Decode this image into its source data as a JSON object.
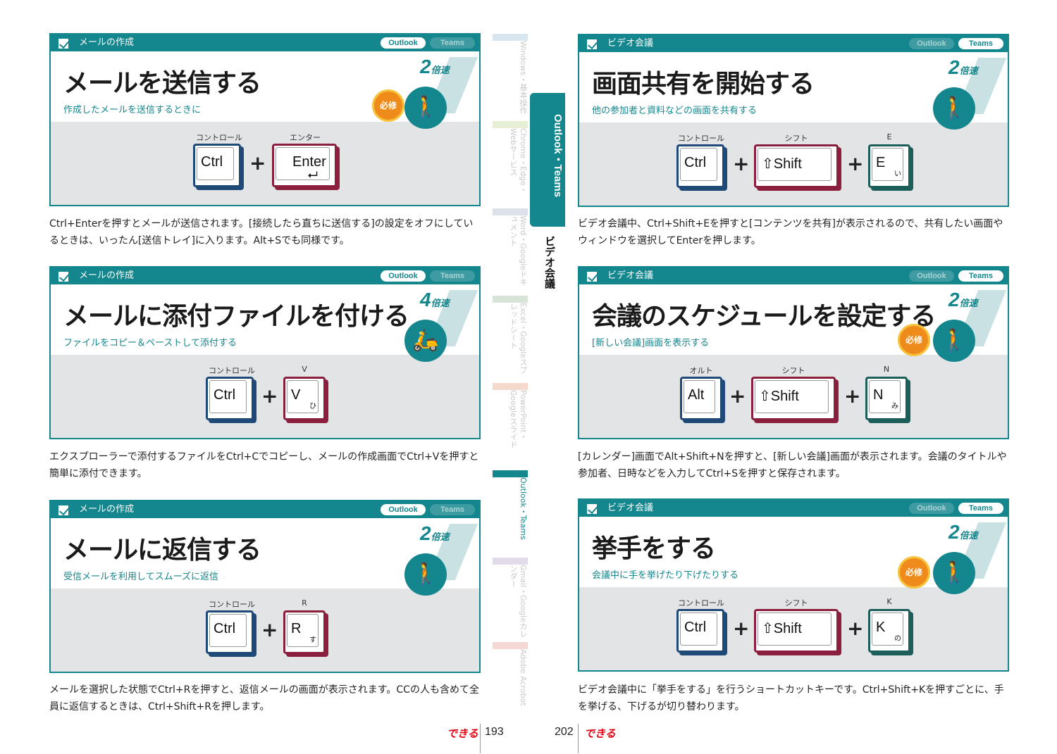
{
  "app_tags": {
    "outlook": "Outlook",
    "teams": "Teams"
  },
  "labels": {
    "ctrl": "コントロール",
    "enter": "エンター",
    "shift": "シフト",
    "alt": "オルト"
  },
  "cards": [
    {
      "category": "メールの作成",
      "title": "メールを送信する",
      "subtitle": "作成したメールを送信するときに",
      "speed_num": "2",
      "speed_unit": "倍速",
      "badge": "必修",
      "keys": [
        {
          "label": "コントロール",
          "key": "Ctrl",
          "kana": ""
        },
        {
          "label": "エンター",
          "key": "Enter",
          "kana": "⮠"
        }
      ],
      "description": "Ctrl+Enterを押すとメールが送信されます。[接続したら直ちに送信する]の設定をオフにしているときは、いったん[送信トレイ]に入ります。Alt+Sでも同様です。"
    },
    {
      "category": "メールの作成",
      "title": "メールに添付ファイルを付ける",
      "subtitle": "ファイルをコピー＆ペーストして添付する",
      "speed_num": "4",
      "speed_unit": "倍速",
      "badge": "",
      "keys": [
        {
          "label": "コントロール",
          "key": "Ctrl",
          "kana": ""
        },
        {
          "label": "V",
          "key": "V",
          "kana": "ひ"
        }
      ],
      "description": "エクスプローラーで添付するファイルをCtrl+Cでコピーし、メールの作成画面でCtrl+Vを押すと簡単に添付できます。"
    },
    {
      "category": "メールの作成",
      "title": "メールに返信する",
      "subtitle": "受信メールを利用してスムーズに返信",
      "speed_num": "2",
      "speed_unit": "倍速",
      "badge": "",
      "keys": [
        {
          "label": "コントロール",
          "key": "Ctrl",
          "kana": ""
        },
        {
          "label": "R",
          "key": "R",
          "kana": "す"
        }
      ],
      "description": "メールを選択した状態でCtrl+Rを押すと、返信メールの画面が表示されます。CCの人も含めて全員に返信するときは、Ctrl+Shift+Rを押します。"
    },
    {
      "category": "ビデオ会議",
      "title": "画面共有を開始する",
      "subtitle": "他の参加者と資料などの画面を共有する",
      "speed_num": "2",
      "speed_unit": "倍速",
      "badge": "",
      "keys": [
        {
          "label": "コントロール",
          "key": "Ctrl",
          "kana": ""
        },
        {
          "label": "シフト",
          "key": "⇧Shift",
          "kana": ""
        },
        {
          "label": "E",
          "key": "E",
          "kana": "い"
        }
      ],
      "description": "ビデオ会議中、Ctrl+Shift+Eを押すと[コンテンツを共有]が表示されるので、共有したい画面やウィンドウを選択してEnterを押します。"
    },
    {
      "category": "ビデオ会議",
      "title": "会議のスケジュールを設定する",
      "subtitle": "[新しい会議]画面を表示する",
      "speed_num": "2",
      "speed_unit": "倍速",
      "badge": "必修",
      "keys": [
        {
          "label": "オルト",
          "key": "Alt",
          "kana": ""
        },
        {
          "label": "シフト",
          "key": "⇧Shift",
          "kana": ""
        },
        {
          "label": "N",
          "key": "N",
          "kana": "み"
        }
      ],
      "description": "[カレンダー]画面でAlt+Shift+Nを押すと、[新しい会議]画面が表示されます。会議のタイトルや参加者、日時などを入力してCtrl+Sを押すと保存されます。"
    },
    {
      "category": "ビデオ会議",
      "title": "挙手をする",
      "subtitle": "会議中に手を挙げたり下げたりする",
      "speed_num": "2",
      "speed_unit": "倍速",
      "badge": "必修",
      "keys": [
        {
          "label": "コントロール",
          "key": "Ctrl",
          "kana": ""
        },
        {
          "label": "シフト",
          "key": "⇧Shift",
          "kana": ""
        },
        {
          "label": "K",
          "key": "K",
          "kana": "の"
        }
      ],
      "description": "ビデオ会議中に「挙手をする」を行うショートカットキーです。Ctrl+Shift+Kを押すごとに、手を挙げる、下げるが切り替わります。"
    }
  ],
  "tabs": [
    {
      "label": "Windows・基本操作",
      "color": "#d8e6ef"
    },
    {
      "label": "Chrome・Edge・Webサービス",
      "color": "#e6efd3"
    },
    {
      "label": "Word・Googleドキュメント",
      "color": "#dde2ea"
    },
    {
      "label": "Excel・Googleスプレッドシート",
      "color": "#d9e4d9"
    },
    {
      "label": "PowerPoint・Googleスライド",
      "color": "#f6d9cd"
    },
    {
      "label": "Outlook・Teams",
      "color": "#14868d"
    },
    {
      "label": "Gmail・Googleカレンダー",
      "color": "#e4dbea"
    },
    {
      "label": "Adobe Acrobat",
      "color": "#f4d8d4"
    }
  ],
  "chapter": "Outlook・Teams",
  "section": "ビデオ会議",
  "footer": {
    "logo": "できる",
    "left_page": "193",
    "right_page": "202"
  }
}
